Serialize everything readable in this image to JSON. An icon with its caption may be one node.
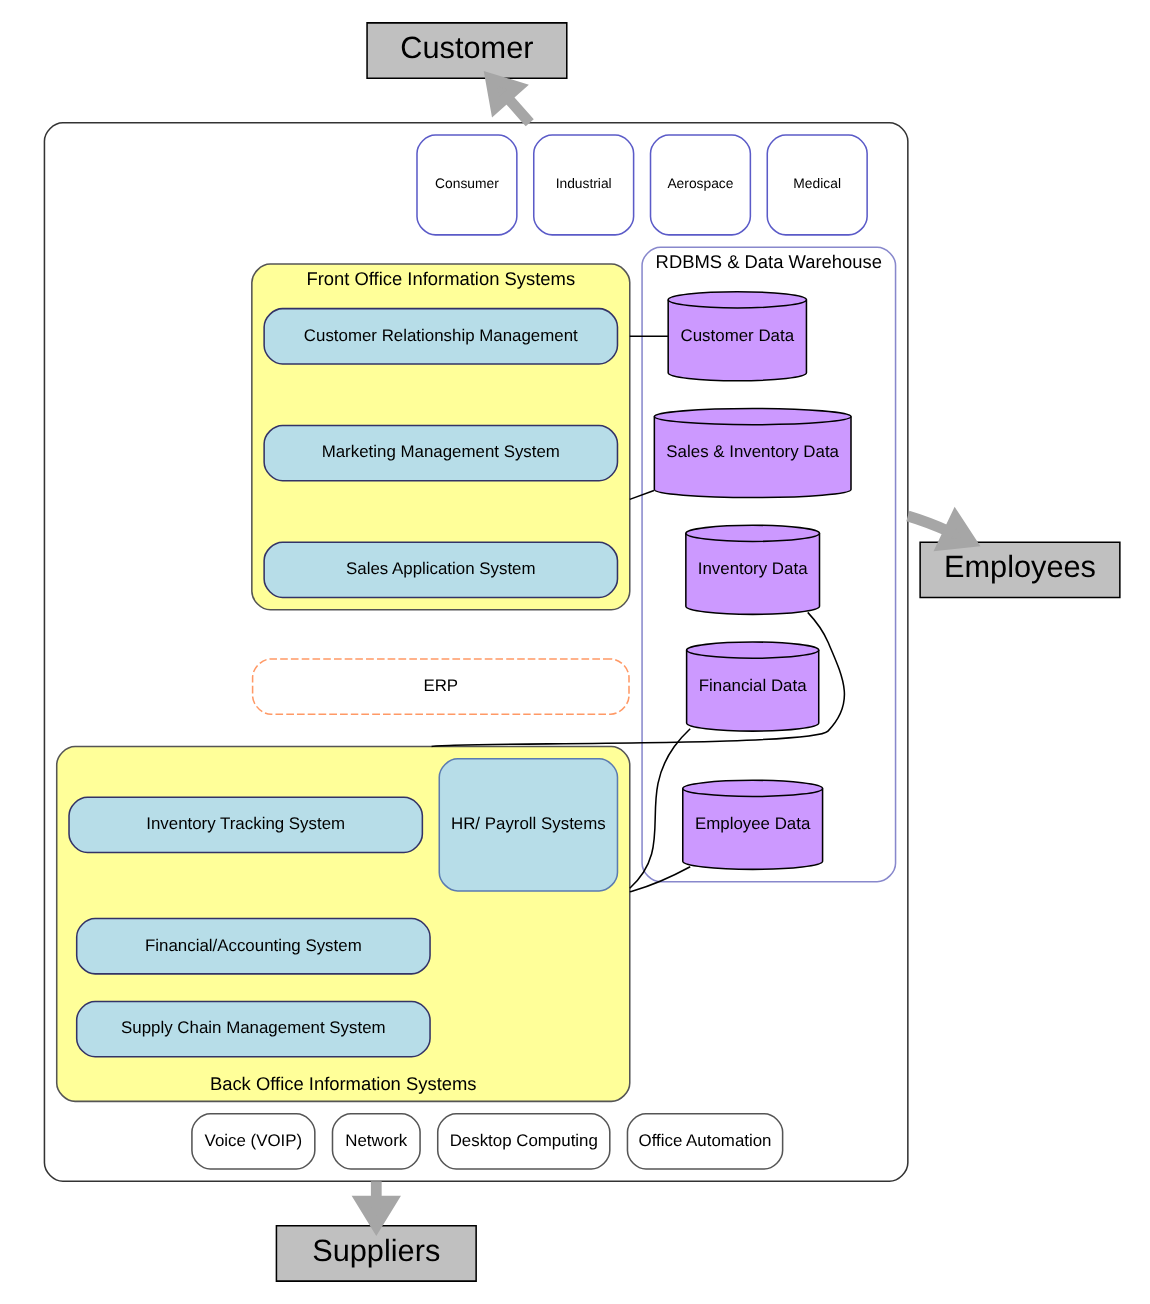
{
  "diagram": {
    "nodes": [
      {
        "text": [
          "Customer"
        ]
      },
      {
        "text": [
          "Employees"
        ]
      },
      {
        "text": [],
        "shape": "box"
      },
      {
        "text": [
          "Front Office Information Systems"
        ],
        "in": 2
      },
      {
        "text": [
          "Consumer"
        ],
        "in": 2
      },
      {
        "text": [
          "Industrial"
        ],
        "in": 2
      },
      {
        "text": [
          "Aerospace"
        ],
        "in": 2
      },
      {
        "text": [
          "Medical"
        ],
        "in": 2
      },
      {
        "text": [
          "Customer Relationship Management"
        ],
        "in": 3
      },
      {
        "text": [
          "Marketing Management System"
        ],
        "in": 3
      },
      {
        "text": [
          "Sales Application System"
        ],
        "in": 3
      },
      {
        "text": [
          "ERP"
        ],
        "in": 2
      },
      {
        "text": [
          "Back Office Information Systems"
        ],
        "in": 2
      },
      {
        "text": [
          "HR/ Payroll Systems"
        ],
        "in": 12
      },
      {
        "text": [
          "Inventory Tracking System"
        ],
        "in": 12
      },
      {
        "text": [
          "Financial/Accounting System"
        ],
        "in": 12
      },
      {
        "text": [
          "Supply Chain Management System"
        ],
        "in": 12
      },
      {
        "text": [
          "RDBMS & Data Warehouse"
        ],
        "in": 2
      },
      {
        "text": [
          "Customer Data"
        ],
        "in": 17
      },
      {
        "text": [
          "Sales & Inventory Data"
        ],
        "in": 17
      },
      {
        "text": [
          "Inventory Data"
        ],
        "in": 17
      },
      {
        "text": [
          "Financial Data"
        ],
        "in": 17
      },
      {
        "text": [
          "Employee Data"
        ],
        "in": 17
      },
      {
        "text": [
          "Voice (VOIP)"
        ],
        "in": 2
      },
      {
        "text": [
          "Network"
        ],
        "in": 2
      },
      {
        "text": [
          "Desktop Computing"
        ],
        "in": 2
      },
      {
        "text": [
          "Office Automation"
        ],
        "in": 2
      },
      {
        "text": [
          "Suppliers"
        ]
      }
    ],
    "edges": [
      {
        "from": 2,
        "to": 0,
        "arrow": "to",
        "style": "thick",
        "color": "#a6a6a6"
      },
      {
        "from": 2,
        "to": 1,
        "arrow": "to",
        "style": "thick",
        "color": "#a6a6a6"
      },
      {
        "from": 2,
        "to": 27,
        "arrow": "to",
        "style": "thick",
        "color": "#a6a6a6"
      },
      {
        "from": 3,
        "to": 18,
        "arrow": "none"
      },
      {
        "from": 3,
        "to": 19,
        "arrow": "none"
      },
      {
        "from": 12,
        "to": 20,
        "arrow": "none"
      },
      {
        "from": 12,
        "to": 21,
        "arrow": "none"
      },
      {
        "from": 12,
        "to": 22,
        "arrow": "none"
      }
    ]
  }
}
